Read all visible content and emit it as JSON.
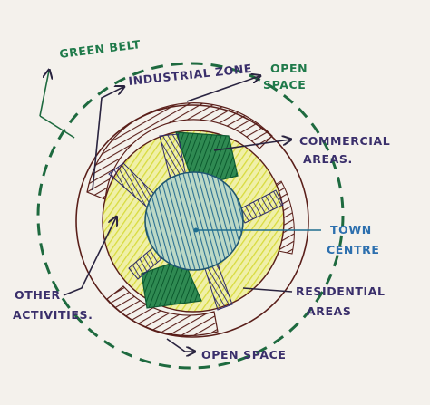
{
  "labels": {
    "green_belt": "GREEN BELT",
    "industrial_zone": "INDUSTRIAL ZONE",
    "open_space_top_1": "OPEN",
    "open_space_top_2": "SPACE",
    "commercial_1": "COMMERCIAL",
    "commercial_2": "AREAS.",
    "town_centre_1": "TOWN",
    "town_centre_2": "CENTRE",
    "residential_1": "RESIDENTIAL",
    "residential_2": "AREAS",
    "other_activities_1": "OTHER",
    "other_activities_2": "ACTIVITIES.",
    "open_space_bottom": "OPEN SPACE"
  },
  "colors": {
    "green_belt_ring": "#1e6a3f",
    "industrial": "#5a1f1a",
    "residential": "#e3e56a",
    "commercial": "#0f6b3a",
    "town_centre": "#1f6e8f",
    "connectors": "#2d2a5a",
    "ink": "#2a2440"
  }
}
